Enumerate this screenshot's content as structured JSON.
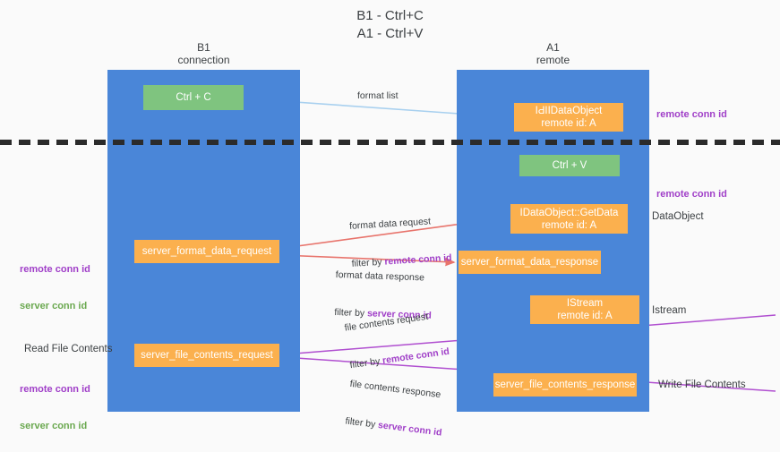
{
  "title": "B1 - Ctrl+C\nA1 - Ctrl+V",
  "lanes": [
    {
      "name": "b1",
      "header": "B1\nconnection",
      "color": "#4a86d8"
    },
    {
      "name": "a1",
      "header": "A1\nremote",
      "color": "#4a86d8"
    }
  ],
  "nodes": {
    "ctrl_c": "Ctrl + C",
    "ctrl_v": "Ctrl + V",
    "idataobject_line1": "ӀԀӀIDataObject",
    "idataobject_line2": "remote id: A",
    "getdata_line1": "IDataObject::GetData",
    "getdata_line2": "remote id: A",
    "istream_line1": "IStream",
    "istream_line2": "remote id: A",
    "server_format_data_request": "server_format_data_request",
    "server_format_data_response": "server_format_data_response",
    "server_file_contents_request": "server_file_contents_request",
    "server_file_contents_response": "server_file_contents_response"
  },
  "edge_labels": {
    "format_list": "format list",
    "format_data_request": "format data request",
    "format_data_request_filter_prefix": "filter by ",
    "format_data_request_filter_key": "remote conn id",
    "format_data_response": "format data response",
    "format_data_response_filter_prefix": "filter by ",
    "format_data_response_filter_key": "server conn id",
    "file_contents_request": "file contents request",
    "file_contents_request_filter_prefix": "filter by ",
    "file_contents_request_filter_key": "remote conn id",
    "file_contents_response": "file contents response",
    "file_contents_response_filter_prefix": "filter by ",
    "file_contents_response_filter_key": "server conn id"
  },
  "side_labels": {
    "remote_conn_id_top": "remote conn id",
    "remote_conn_id_mid": "remote conn id",
    "dataobject": "DataObject",
    "istream": "Istream",
    "write_file_contents": "Write File Contents",
    "read_file_contents": "Read File Contents",
    "left_remote_conn_id": "remote conn id",
    "left_server_conn_id": "server conn id",
    "left_remote_conn_id_2": "remote conn id",
    "left_server_conn_id_2": "server conn id"
  },
  "colors": {
    "lane_blue": "#4a86d8",
    "node_green": "#7fc47f",
    "node_orange": "#fbb04e",
    "arrow_light_blue": "#a8d0ef",
    "arrow_red": "#e8736b",
    "arrow_purple": "#b04fd0",
    "arrow_black": "#1a1a1a",
    "text_purple": "#a03fc8",
    "text_green": "#6aa84f",
    "background": "#fafafa"
  }
}
